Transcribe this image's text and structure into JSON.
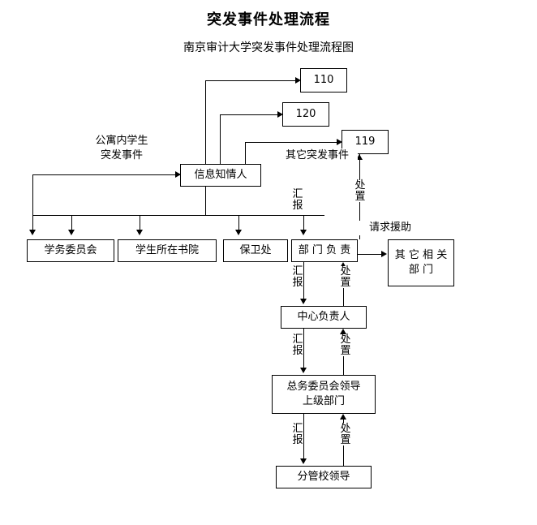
{
  "document": {
    "title": "突发事件处理流程",
    "subtitle": "南京审计大学突发事件处理流程图"
  },
  "diagram": {
    "type": "flowchart",
    "nodes": {
      "call110": "110",
      "call120": "120",
      "call119": "119",
      "informant": "信息知情人",
      "academic_committee": "学务委员会",
      "student_college": "学生所在书院",
      "security_office": "保卫处",
      "department_head": "部 门 负 责",
      "other_departments": "其 它 相 关\n部 门",
      "center_head": "中心负责人",
      "general_affairs": "总务委员会领导\n上级部门",
      "school_leader": "分管校领导"
    },
    "edge_labels": {
      "dorm_incident": "公寓内学生\n突发事件",
      "other_incident": "其它突发事件",
      "dispose_top": "处\n置",
      "report_informant": "汇\n报",
      "request_support": "请求援助",
      "report_dept": "汇\n报",
      "dispose_dept": "处\n置",
      "report_center": "汇\n报",
      "dispose_center": "处\n置",
      "report_general": "汇\n报",
      "dispose_general": "处\n置"
    }
  }
}
